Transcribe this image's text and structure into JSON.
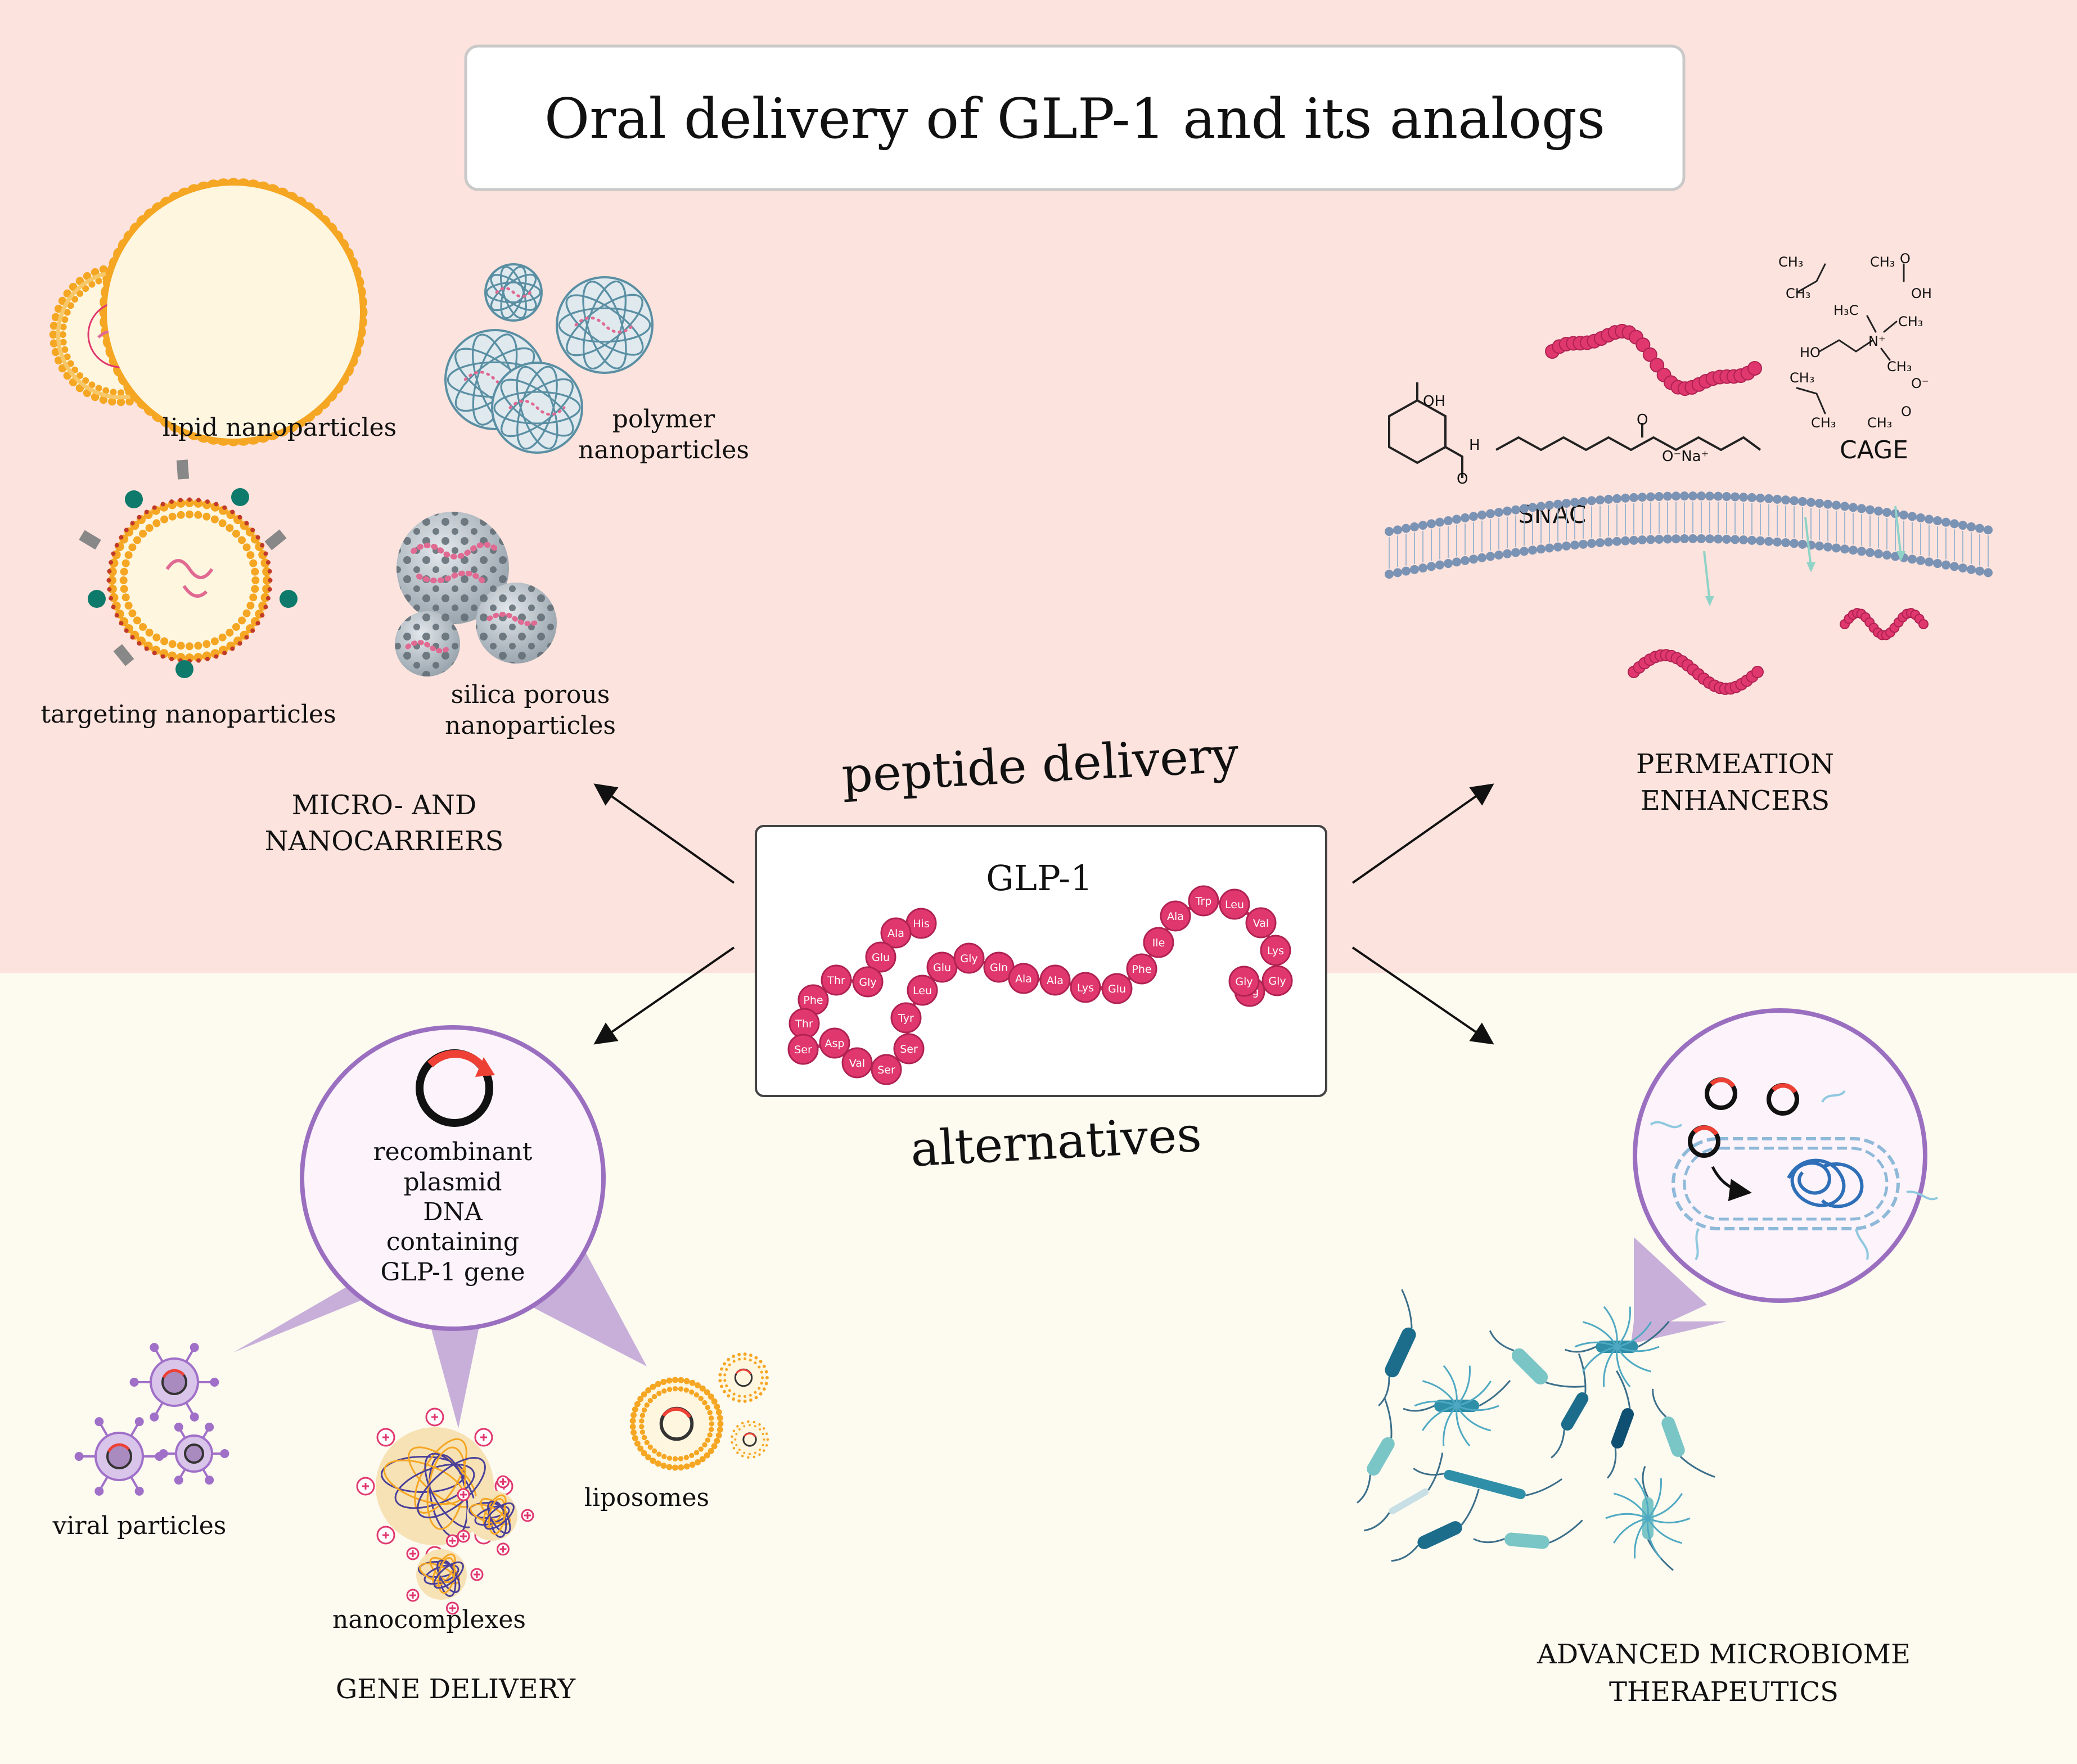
{
  "title": "Oral delivery of GLP-1 and its analogs",
  "center": {
    "top_label": "peptide delivery",
    "bottom_label": "alternatives",
    "box_title": "GLP-1",
    "sequence": [
      "His",
      "Ala",
      "Glu",
      "Gly",
      "Thr",
      "Phe",
      "Thr",
      "Ser",
      "Asp",
      "Val",
      "Ser",
      "Ser",
      "Tyr",
      "Leu",
      "Glu",
      "Gly",
      "Gln",
      "Ala",
      "Ala",
      "Lys",
      "Glu",
      "Phe",
      "Ile",
      "Ala",
      "Trp",
      "Leu",
      "Val",
      "Lys",
      "Gly",
      "Arg",
      "Gly"
    ]
  },
  "nanocarriers": {
    "heading_line1": "MICRO- AND",
    "heading_line2": "NANOCARRIERS",
    "lipid": "lipid nanoparticles",
    "polymer_line1": "polymer",
    "polymer_line2": "nanoparticles",
    "targeting": "targeting nanoparticles",
    "silica_line1": "silica porous",
    "silica_line2": "nanoparticles"
  },
  "permeation": {
    "heading_line1": "PERMEATION",
    "heading_line2": "ENHANCERS",
    "snac": "SNAC",
    "cage": "CAGE",
    "snac_chem": {
      "oh": "OH",
      "h": "H",
      "o_top": "O",
      "o_bottom": "O",
      "ona": "O⁻Na⁺"
    },
    "cage_chem": {
      "ch3": "CH₃",
      "h3c": "H₃C",
      "ho": "HO",
      "n": "N⁺",
      "o": "O",
      "oh": "OH",
      "o_minus": "O⁻"
    }
  },
  "gene": {
    "heading": "GENE DELIVERY",
    "plasmid_lines": [
      "recombinant",
      "plasmid",
      "DNA",
      "containing",
      "GLP-1 gene"
    ],
    "viral": "viral particles",
    "nanocomplexes": "nanocomplexes",
    "liposomes": "liposomes"
  },
  "microbiome": {
    "heading_line1": "ADVANCED MICROBIOME",
    "heading_line2": "THERAPEUTICS"
  },
  "colors": {
    "top_bg": "#fde3dd",
    "bottom_bg": "#fdfaf0",
    "amino": "#e0386e",
    "lipid": "#f5a623",
    "polymer": "#5a8fa3",
    "purple": "#c7afd9",
    "purple_stroke": "#9b6fc0",
    "bacteria": "#2f8fa8"
  }
}
